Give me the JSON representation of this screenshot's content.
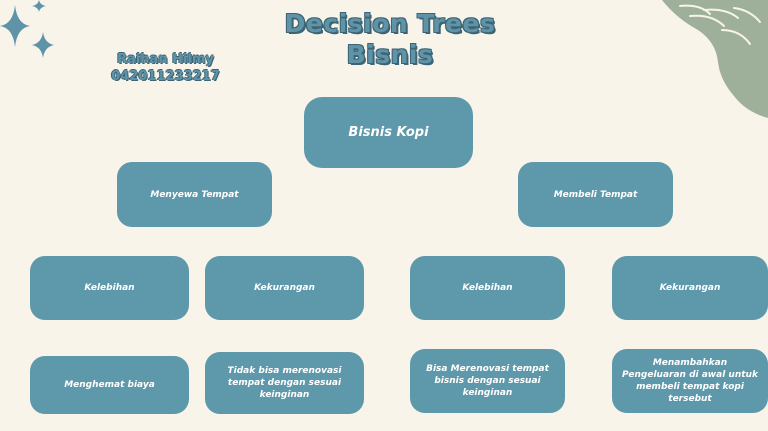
{
  "title": {
    "line1": "Decision Trees",
    "line2": "Bisnis"
  },
  "author": {
    "name": "Raihan Hilmy",
    "id": "042011233217"
  },
  "tree": {
    "root": "Bisnis Kopi",
    "branches": [
      {
        "label": "Menyewa Tempat",
        "pro_label": "Kelebihan",
        "con_label": "Kekurangan",
        "pro_detail": "Menghemat biaya",
        "con_detail": "Tidak bisa merenovasi tempat dengan sesuai keinginan"
      },
      {
        "label": "Membeli Tempat",
        "pro_label": "Kelebihan",
        "con_label": "Kekurangan",
        "pro_detail": "Bisa Merenovasi tempat bisnis dengan sesuai keinginan",
        "con_detail": "Menambahkan Pengeluaran di awal untuk membeli tempat kopi tersebut"
      }
    ]
  },
  "colors": {
    "background": "#f8f4ea",
    "node": "#5e98ab",
    "title": "#5f93a8",
    "accent_shape": "#9fb09a",
    "sparkle": "#5f93a8"
  }
}
